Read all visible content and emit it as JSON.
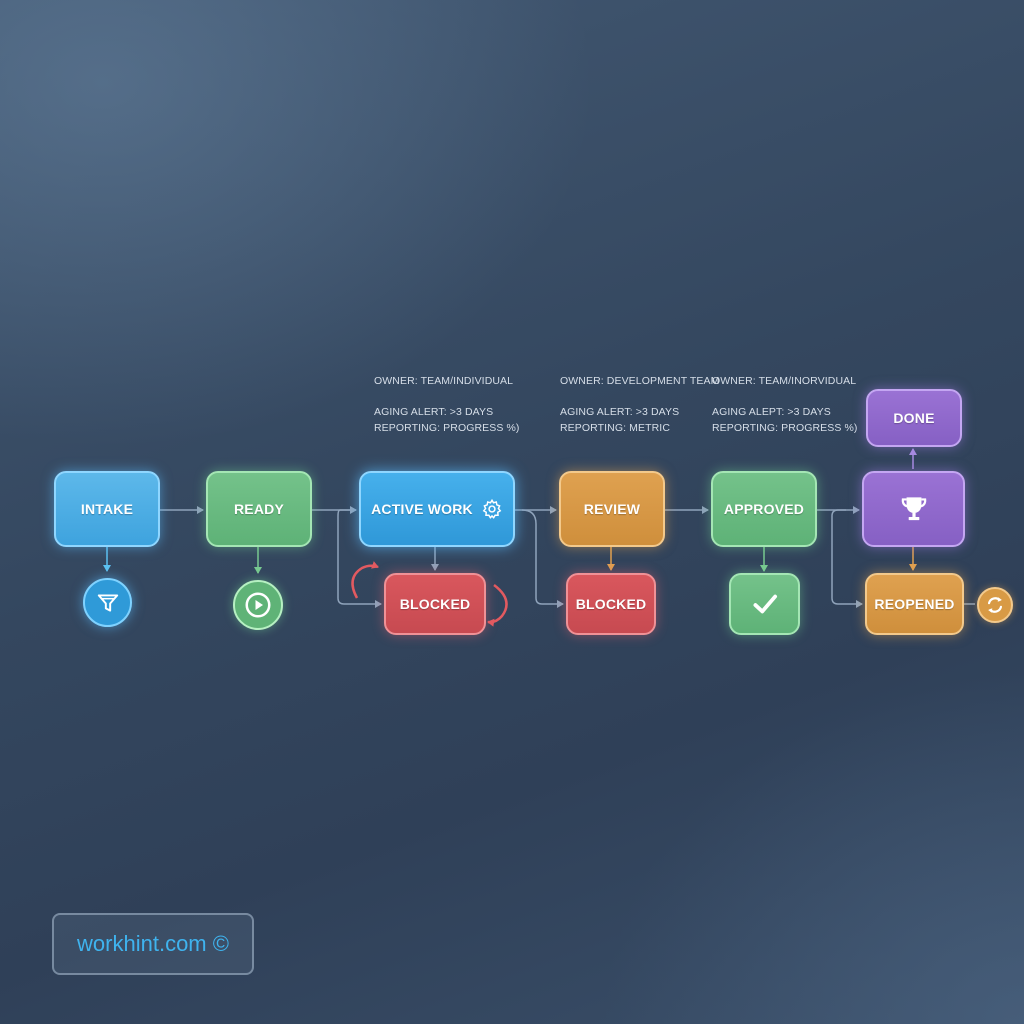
{
  "stages": {
    "intake": "INTAKE",
    "ready": "READY",
    "active_work": "ACTIVE WORK",
    "review": "REVIEW",
    "approved": "APPROVED",
    "done": "DONE",
    "blocked_1": "BLOCKED",
    "blocked_2": "BLOCKED",
    "reopened": "REOPENED"
  },
  "annotations": {
    "active_work": {
      "owner": "OWNER: TEAM/INDIVIDUAL",
      "aging": "AGING ALERT: >3 DAYS",
      "reporting": "REPORTING: PROGRESS %)"
    },
    "review": {
      "owner": "OWNER: DEVELOPMENT TEAM",
      "aging": "AGING ALERT: >3 DAYS",
      "reporting": "REPORTING: METRIC"
    },
    "approved": {
      "owner": "OWNER: TEAM/INORVIDUAL",
      "aging": "AGING ALEPT: >3 DAYS",
      "reporting": "REPORTING: PROGRESS %)"
    }
  },
  "icons": {
    "intake": "funnel-icon",
    "ready": "play-icon",
    "active_work": "gear-icon",
    "approved": "checkmark-icon",
    "done": "trophy-icon",
    "reopened": "refresh-icon",
    "blocked_loop": "loop-arrows-icon"
  },
  "colors": {
    "blue": "#3ea3de",
    "green": "#5eb277",
    "orange": "#cf8f3c",
    "red": "#c74a51",
    "purple": "#8660c4",
    "connector": "#8fa3bb"
  },
  "watermark": "workhint.com ©"
}
